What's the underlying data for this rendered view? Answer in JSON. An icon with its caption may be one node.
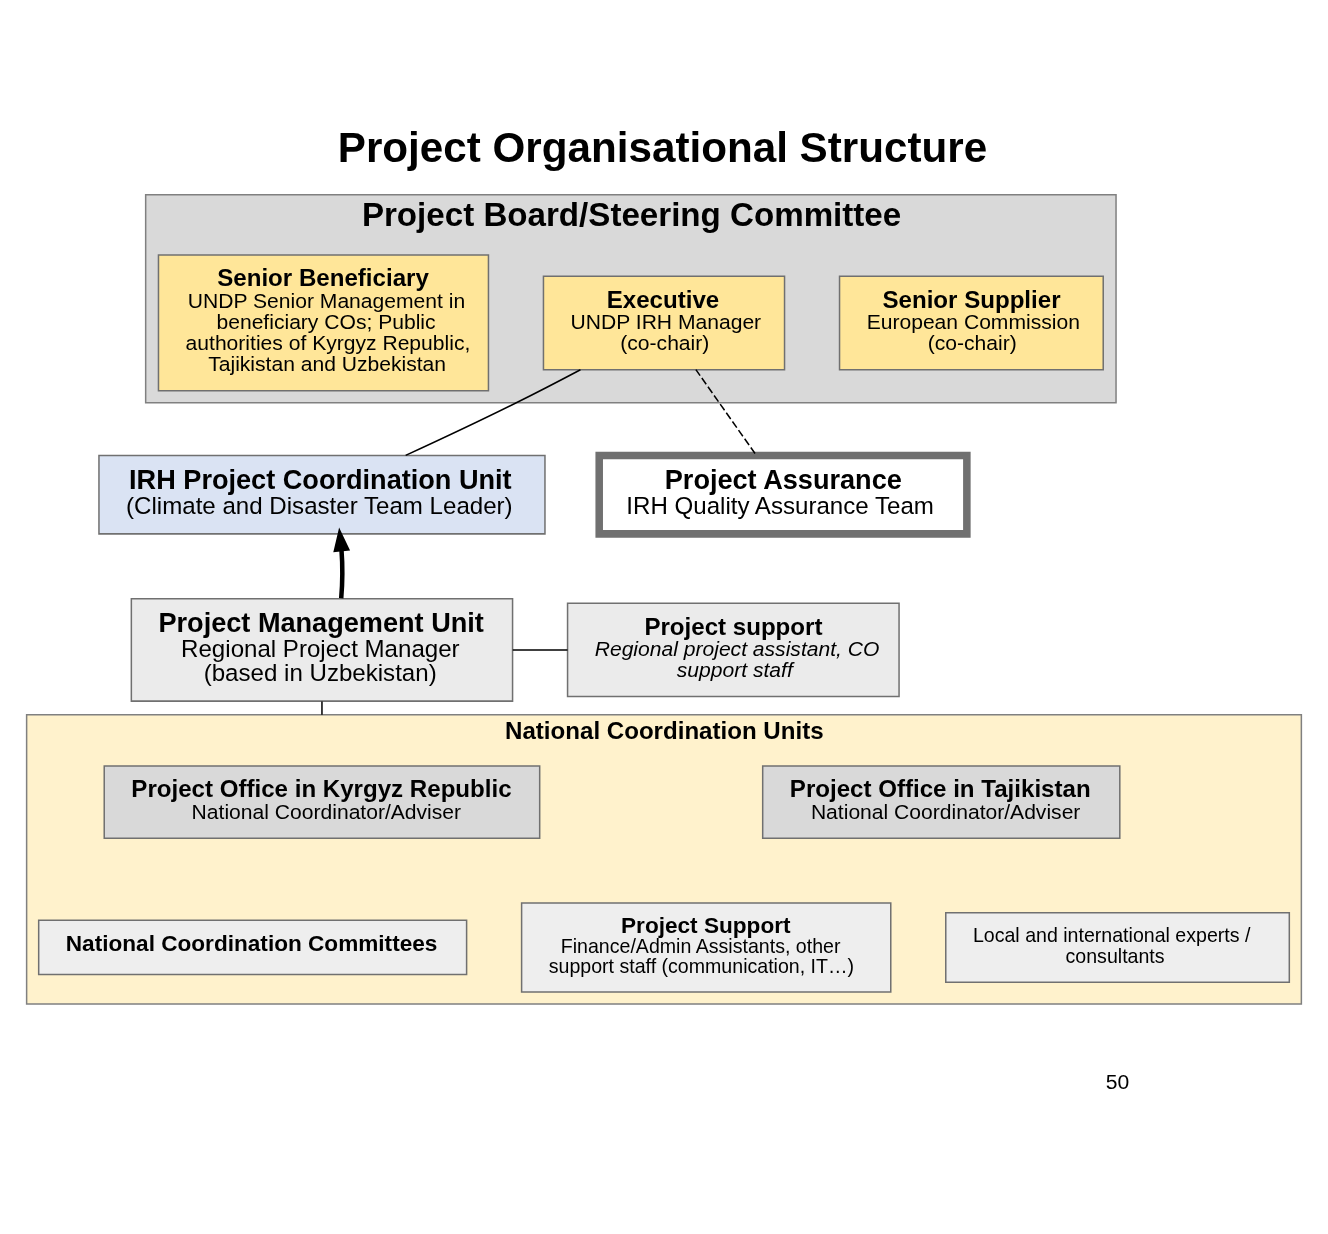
{
  "diagram": {
    "title": "Project Organisational Structure",
    "nodes": [
      {
        "text": [
          "Project Board/Steering Committee"
        ]
      },
      {
        "text": [
          "Senior Beneficiary",
          "UNDP Senior Management in beneficiary COs; Public authorities of Kyrgyz Republic, Tajikistan and Uzbekistan"
        ],
        "in": 0
      },
      {
        "text": [
          "Executive",
          "UNDP IRH Manager",
          "(co-chair)"
        ],
        "in": 0
      },
      {
        "text": [
          "Senior Supplier",
          "European Commission",
          "(co-chair)"
        ],
        "in": 0
      },
      {
        "text": [
          "IRH Project Coordination Unit",
          "(Climate and Disaster Team Leader)"
        ]
      },
      {
        "text": [
          "Project Assurance",
          "IRH Quality Assurance Team"
        ]
      },
      {
        "text": [
          "Project Management Unit",
          "Regional Project Manager",
          "(based in Uzbekistan)"
        ]
      },
      {
        "text": [
          "Project support",
          "Regional project assistant, CO support staff"
        ]
      },
      {
        "text": [
          "National Coordination Units"
        ]
      },
      {
        "text": [
          "Project Office in Kyrgyz Republic",
          "National Coordinator/Adviser"
        ],
        "in": 8
      },
      {
        "text": [
          "Project Office in Tajikistan",
          "National Coordinator/Adviser"
        ],
        "in": 8
      },
      {
        "text": [
          "National Coordination Committees"
        ],
        "in": 8
      },
      {
        "text": [
          "Project Support",
          "Finance/Admin Assistants, other support staff (communication, IT…)"
        ],
        "in": 8
      },
      {
        "text": [
          "Local and international experts / consultants"
        ],
        "in": 8
      }
    ],
    "edges": [
      {
        "from": 2,
        "to": 4,
        "arrow": "none"
      },
      {
        "from": 2,
        "to": 5,
        "arrow": "none",
        "style": "dashed"
      },
      {
        "from": 6,
        "to": 4,
        "arrow": "to",
        "style": "thick"
      },
      {
        "from": 6,
        "to": 7,
        "arrow": "none"
      },
      {
        "from": 6,
        "to": 8,
        "arrow": "none"
      }
    ],
    "labels": [
      "50"
    ]
  }
}
